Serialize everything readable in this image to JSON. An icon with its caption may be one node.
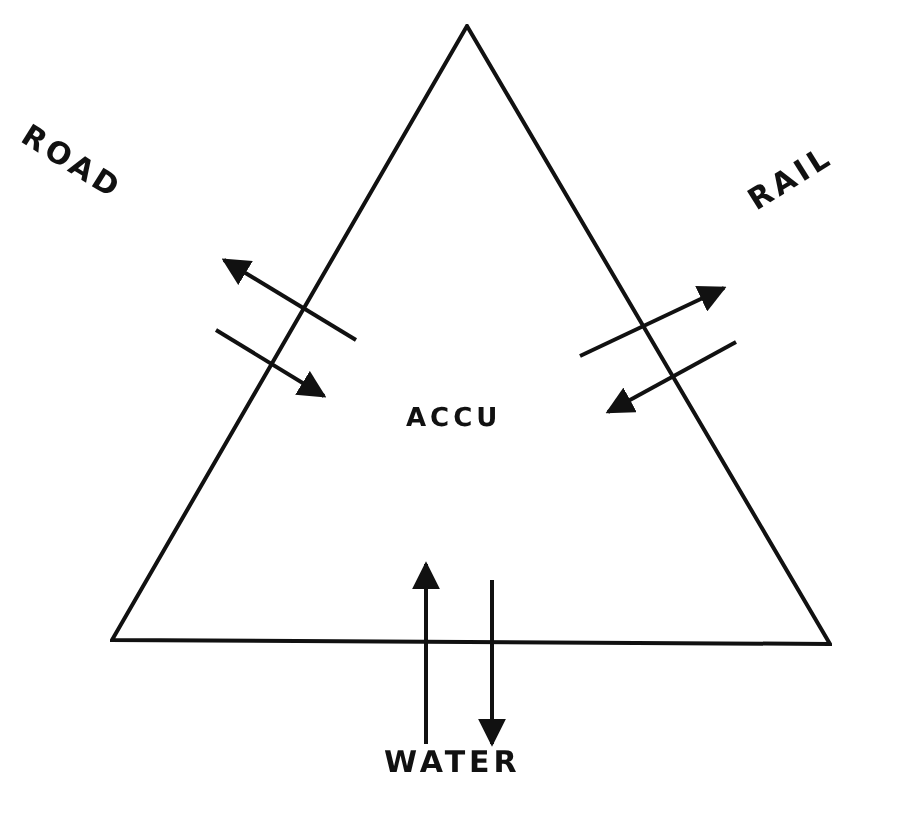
{
  "diagram": {
    "nodes": [
      {
        "text": [
          "ACCU"
        ]
      },
      {
        "text": [
          "WATER"
        ]
      }
    ],
    "edges": [
      {
        "from": 0,
        "to": null,
        "arrow": "to"
      },
      {
        "from": null,
        "to": 0,
        "arrow": "to"
      },
      {
        "from": 0,
        "to": null,
        "arrow": "to"
      },
      {
        "from": null,
        "to": 0,
        "arrow": "to"
      },
      {
        "from": 1,
        "to": 0,
        "arrow": "to"
      },
      {
        "from": 0,
        "to": 1,
        "arrow": "to"
      }
    ],
    "labels": [
      "ROAD",
      "RAIL"
    ]
  }
}
